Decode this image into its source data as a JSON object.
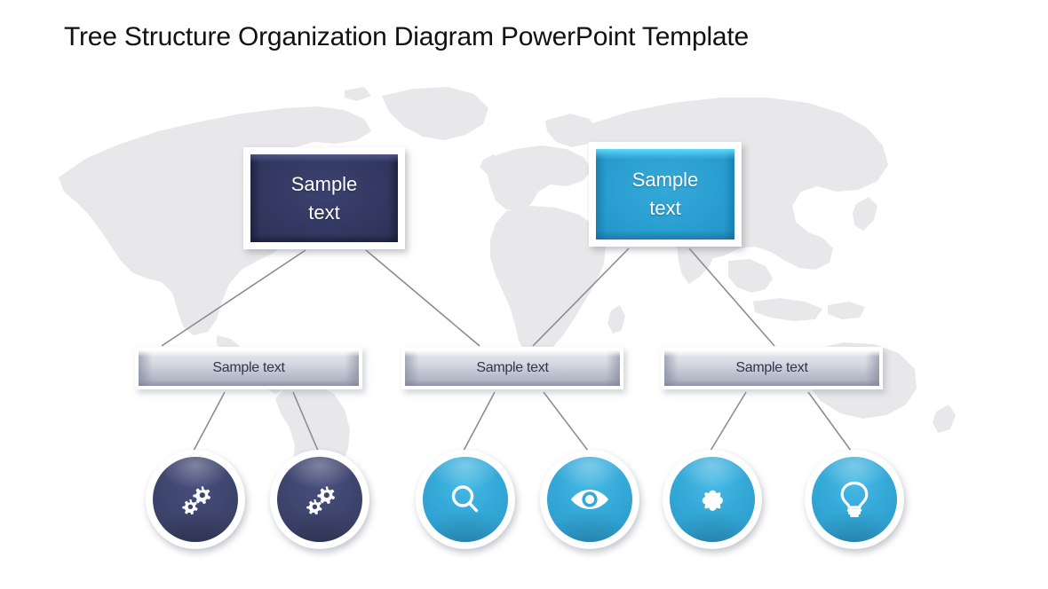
{
  "slide": {
    "title": "Tree Structure Organization Diagram PowerPoint Template",
    "background_color": "#ffffff"
  },
  "colors": {
    "dark_navy": "#343a63",
    "cyan": "#2ba0d2",
    "grey_bar": "#c4c7d4",
    "bar_text": "#2f3550",
    "map_land": "#e8e8ea",
    "connector_line": "#8a8d96",
    "title_text": "#111111"
  },
  "background": {
    "map_name": "world-map",
    "land_color": "#e8e8ea"
  },
  "top_boxes": [
    {
      "id": "box-dark",
      "label_line1": "Sample",
      "label_line2": "text",
      "color": "#343a63",
      "style": "beveled-rectangle"
    },
    {
      "id": "box-cyan",
      "label_line1": "Sample",
      "label_line2": "text",
      "color": "#2ba0d2",
      "style": "beveled-rectangle"
    }
  ],
  "middle_bars": [
    {
      "id": "bar-1",
      "label": "Sample text",
      "color": "#c4c7d4"
    },
    {
      "id": "bar-2",
      "label": "Sample text",
      "color": "#c4c7d4"
    },
    {
      "id": "bar-3",
      "label": "Sample text",
      "color": "#c4c7d4"
    }
  ],
  "icon_nodes": [
    {
      "id": "circle-1",
      "icon": "gears-icon",
      "color": "#3f466f",
      "theme": "dark"
    },
    {
      "id": "circle-2",
      "icon": "gears-icon",
      "color": "#3f466f",
      "theme": "dark"
    },
    {
      "id": "circle-3",
      "icon": "magnifier-icon",
      "color": "#34a9d8",
      "theme": "cyan"
    },
    {
      "id": "circle-4",
      "icon": "eye-icon",
      "color": "#34a9d8",
      "theme": "cyan"
    },
    {
      "id": "circle-5",
      "icon": "puzzle-piece-icon",
      "color": "#34a9d8",
      "theme": "cyan"
    },
    {
      "id": "circle-6",
      "icon": "lightbulb-icon",
      "color": "#34a9d8",
      "theme": "cyan"
    }
  ],
  "connectors": {
    "line_color": "#8a8d96",
    "line_width": 1.6,
    "edges": [
      {
        "from": "box-dark",
        "to": "bar-1"
      },
      {
        "from": "box-dark",
        "to": "bar-2"
      },
      {
        "from": "box-cyan",
        "to": "bar-2"
      },
      {
        "from": "box-cyan",
        "to": "bar-3"
      },
      {
        "from": "bar-1",
        "to": "circle-1"
      },
      {
        "from": "bar-1",
        "to": "circle-2"
      },
      {
        "from": "bar-2",
        "to": "circle-3"
      },
      {
        "from": "bar-2",
        "to": "circle-4"
      },
      {
        "from": "bar-3",
        "to": "circle-5"
      },
      {
        "from": "bar-3",
        "to": "circle-6"
      }
    ]
  }
}
